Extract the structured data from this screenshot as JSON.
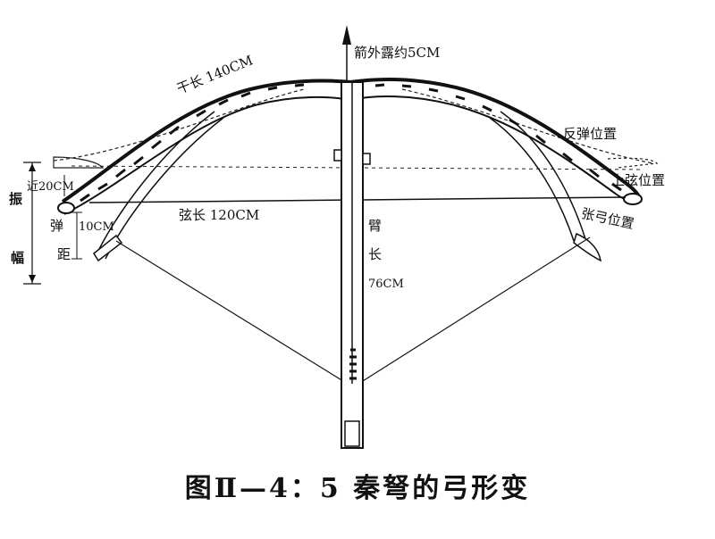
{
  "labels": {
    "arrow_out": "箭外露约5CM",
    "gan_len": "干长 140CM",
    "fan_tan": "反弹位置",
    "shang_xian": "上弦位置",
    "zhang_gong": "张弓位置",
    "xian_len": "弦长 120CM",
    "bei_char": "臂",
    "chang_char": "长",
    "bei_len": "76CM",
    "jin_20": "近20CM",
    "ten_cm": "10CM",
    "dan_char": "弹",
    "ju_char": "距",
    "zhen_char": "振",
    "fu_char": "幅"
  },
  "caption": "图Ⅱ—4：5  秦弩的弓形变"
}
